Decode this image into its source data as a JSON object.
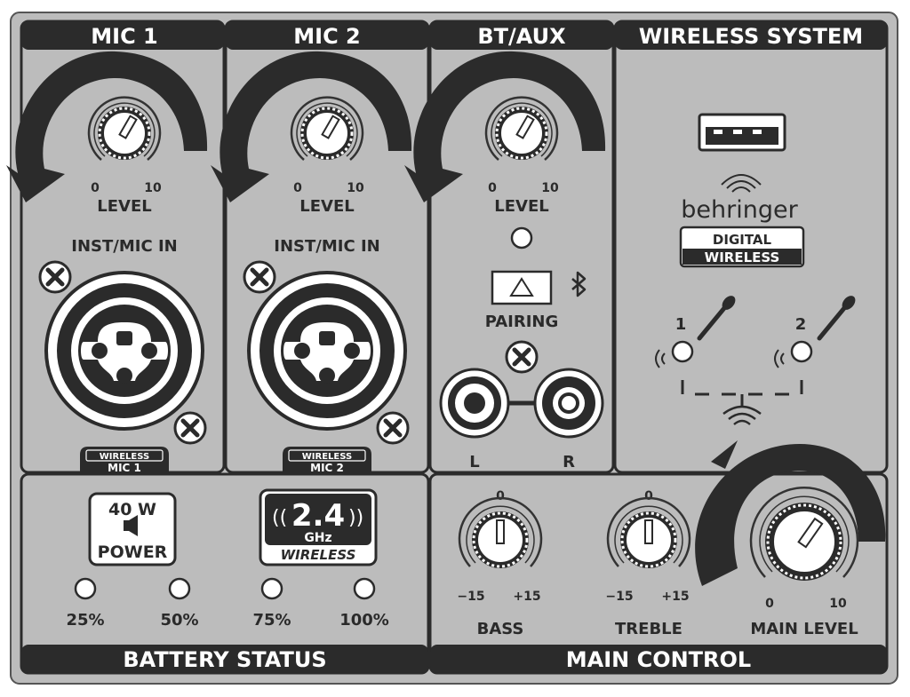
{
  "sections": {
    "mic1": {
      "title": "MIC 1",
      "level_label": "LEVEL",
      "scale_min": "0",
      "scale_max": "10",
      "input_label": "INST/MIC IN",
      "badge_top": "WIRELESS",
      "badge_bottom": "MIC 1"
    },
    "mic2": {
      "title": "MIC 2",
      "level_label": "LEVEL",
      "scale_min": "0",
      "scale_max": "10",
      "input_label": "INST/MIC IN",
      "badge_top": "WIRELESS",
      "badge_bottom": "MIC 2"
    },
    "bt": {
      "title": "BT/AUX",
      "level_label": "LEVEL",
      "scale_min": "0",
      "scale_max": "10",
      "pairing_label": "PAIRING",
      "left_label": "L",
      "right_label": "R"
    },
    "wireless": {
      "title": "WIRELESS SYSTEM",
      "brand": "behringer",
      "badge_top": "DIGITAL",
      "badge_bottom": "WIRELESS",
      "mic1_label": "1",
      "mic2_label": "2"
    },
    "battery": {
      "title": "BATTERY STATUS",
      "power_watts": "40 W",
      "power_label": "POWER",
      "band": "2.4",
      "band_unit": "GHz",
      "band_label": "WIRELESS",
      "levels": [
        "25%",
        "50%",
        "75%",
        "100%"
      ]
    },
    "main": {
      "title": "MAIN CONTROL",
      "bass_label": "BASS",
      "bass_center": "0",
      "bass_min": "−15",
      "bass_max": "+15",
      "treble_label": "TREBLE",
      "treble_center": "0",
      "treble_min": "−15",
      "treble_max": "+15",
      "main_label": "MAIN LEVEL",
      "main_min": "0",
      "main_max": "10"
    }
  },
  "colors": {
    "panel": "#bcbcbc",
    "frame": "#2e2e2e",
    "knob_cap": "#ffffff"
  }
}
